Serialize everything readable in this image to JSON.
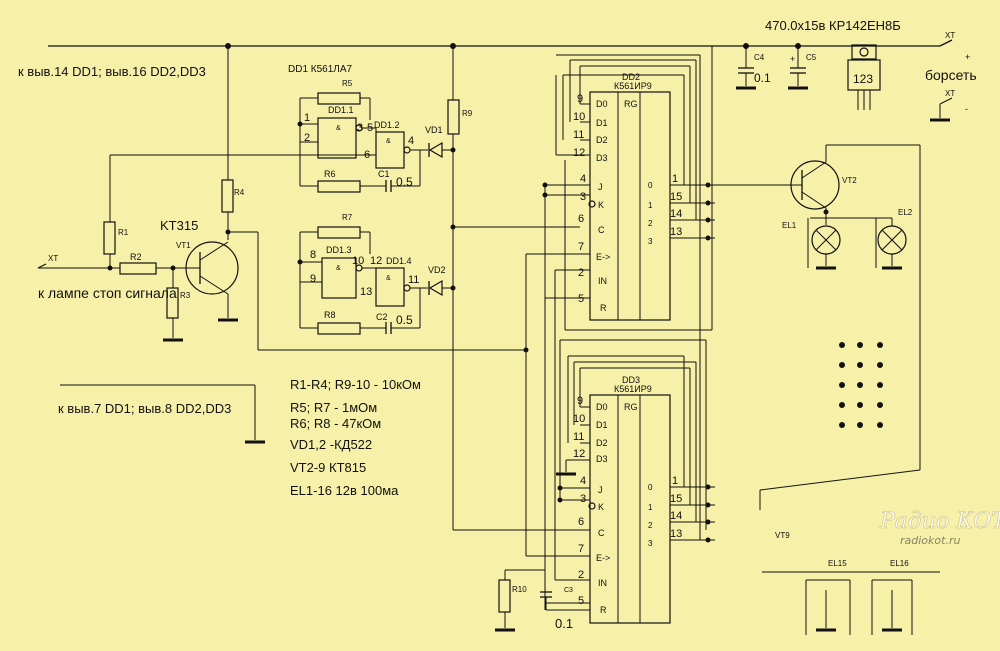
{
  "labels": {
    "power_note": "к выв.14 DD1; выв.16 DD2,DD3",
    "ground_note": "к выв.7 DD1; выв.8 DD2,DD3",
    "lamp_note": "к лампе стоп сигнала",
    "dd1_title": "DD1 К561ЛА7",
    "dd2_title": "DD2",
    "dd2_part": "К561ИР9",
    "dd3_title": "DD3",
    "dd3_part": "К561ИР9",
    "reg_title": "470.0x15в КР142ЕН8Б",
    "reg_pin": "123",
    "onboard": "борсеть",
    "xt": "XT",
    "plus": "+",
    "minus": "-",
    "kt315": "KT315",
    "watermark_top": "Радио КОТ",
    "watermark_bottom": "radiokot.ru"
  },
  "refs": {
    "r1": "R1",
    "r2": "R2",
    "r3": "R3",
    "r4": "R4",
    "r5": "R5",
    "r6": "R6",
    "r7": "R7",
    "r8": "R8",
    "r9": "R9",
    "r10": "R10",
    "c1": "C1",
    "c2": "C2",
    "c3": "C3",
    "c4": "C4",
    "c5": "C5",
    "c1v": "0.5",
    "c2v": "0.5",
    "c3v": "0.1",
    "c4v": "0.1",
    "vd1": "VD1",
    "vd2": "VD2",
    "vt1": "VT1",
    "vt2": "VT2",
    "vt9": "VT9",
    "dd11": "DD1.1",
    "dd12": "DD1.2",
    "dd13": "DD1.3",
    "dd14": "DD1.4",
    "el1": "EL1",
    "el2": "EL2",
    "el15": "EL15",
    "el16": "EL16",
    "amp": "&"
  },
  "pins": {
    "p1": "1",
    "p2": "2",
    "p3": "3",
    "p4": "4",
    "p5": "5",
    "p6": "6",
    "p7": "7",
    "p8": "8",
    "p9": "9",
    "p10": "10",
    "p11": "11",
    "p12": "12",
    "p13": "13",
    "p14": "14",
    "p15": "15",
    "d0": "D0",
    "d1": "D1",
    "d2": "D2",
    "d3": "D3",
    "j": "J",
    "k": "K",
    "c": "C",
    "e": "E->",
    "in": "IN",
    "r": "R",
    "rg": "RG",
    "q0": "0",
    "q1": "1",
    "q2": "2",
    "q3": "3"
  },
  "bom": [
    "R1-R4; R9-10 - 10кОм",
    "R5; R7 - 1мОм",
    "R6; R8 - 47кОм",
    "VD1,2 -КД522",
    "VT2-9 КТ815",
    "EL1-16 12в 100ма"
  ]
}
